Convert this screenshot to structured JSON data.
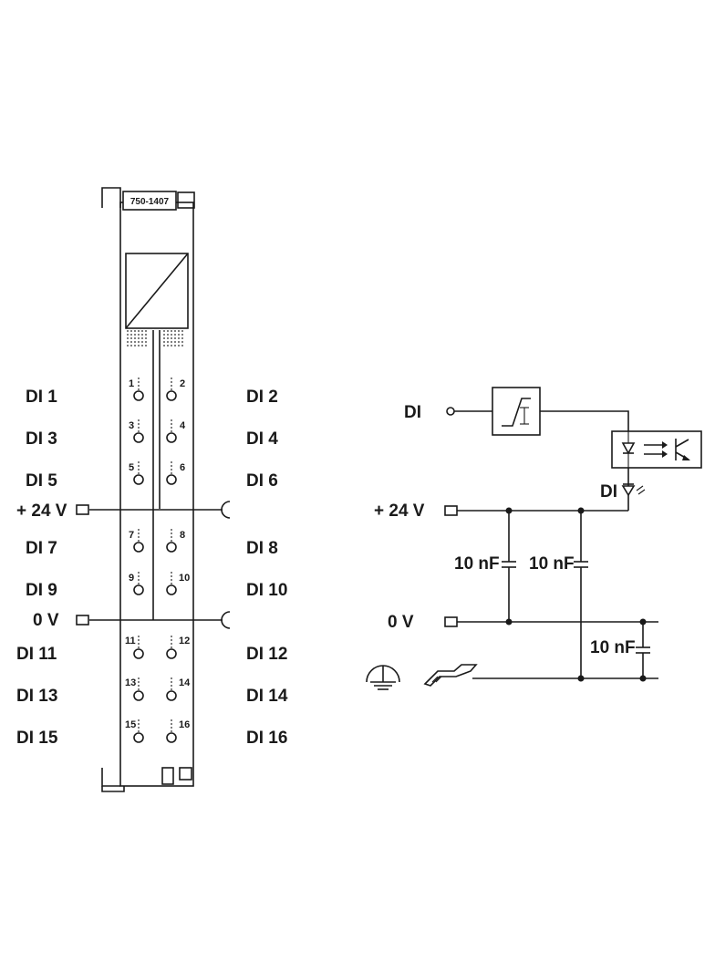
{
  "module": {
    "part_number": "750-1407"
  },
  "terminals_left": [
    {
      "label": "DI 1",
      "pin": "1"
    },
    {
      "label": "DI 3",
      "pin": "3"
    },
    {
      "label": "DI 5",
      "pin": "5"
    },
    {
      "label": "DI 7",
      "pin": "7"
    },
    {
      "label": "DI 9",
      "pin": "9"
    },
    {
      "label": "DI 11",
      "pin": "11"
    },
    {
      "label": "DI 13",
      "pin": "13"
    },
    {
      "label": "DI 15",
      "pin": "15"
    }
  ],
  "terminals_right": [
    {
      "label": "DI 2",
      "pin": "2"
    },
    {
      "label": "DI 4",
      "pin": "4"
    },
    {
      "label": "DI 6",
      "pin": "6"
    },
    {
      "label": "DI 8",
      "pin": "8"
    },
    {
      "label": "DI 10",
      "pin": "10"
    },
    {
      "label": "DI 12",
      "pin": "12"
    },
    {
      "label": "DI 14",
      "pin": "14"
    },
    {
      "label": "DI 16",
      "pin": "16"
    }
  ],
  "power_rails": {
    "plus24": "+ 24 V",
    "zero": "0 V"
  },
  "schematic": {
    "input_label": "DI",
    "led_label": "DI",
    "plus24": "+ 24 V",
    "zero": "0 V",
    "cap1": "10 nF",
    "cap2": "10 nF",
    "cap3": "10 nF"
  }
}
